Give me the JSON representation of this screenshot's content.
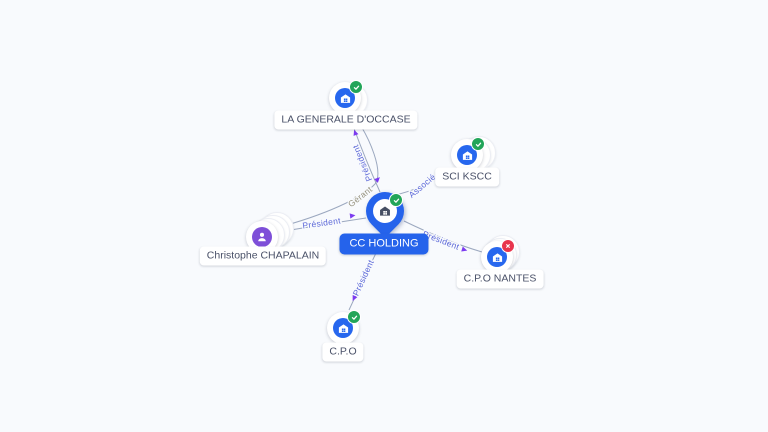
{
  "background": "#f8fafd",
  "colors": {
    "company_node": "#2767ee",
    "person_node": "#7e4fd8",
    "active_badge": "#22a559",
    "closed_badge": "#e8354d",
    "central_pill": "#2563eb",
    "edge_line": "#8b99b4",
    "edge_label_blue": "#5b67d8",
    "edge_label_tan": "#95917c",
    "edge_arrow": "#7c3bf0"
  },
  "graph": {
    "central_node": "CC HOLDING",
    "nodes": [
      {
        "id": "la-generale-doccase",
        "label": "LA GENERALE D'OCCASE",
        "type": "company",
        "status": "active"
      },
      {
        "id": "sci-kscc",
        "label": "SCI KSCC",
        "type": "company",
        "status": "active"
      },
      {
        "id": "cc-holding",
        "label": "CC HOLDING",
        "type": "company",
        "status": "active",
        "central": true
      },
      {
        "id": "christophe-chapalain",
        "label": "Christophe CHAPALAIN",
        "type": "person"
      },
      {
        "id": "cpo-nantes",
        "label": "C.P.O NANTES",
        "type": "company",
        "status": "closed"
      },
      {
        "id": "cpo",
        "label": "C.P.O",
        "type": "company",
        "status": "active"
      }
    ],
    "edges": [
      {
        "from": "christophe-chapalain",
        "to": "cc-holding",
        "label": "Président"
      },
      {
        "from": "christophe-chapalain",
        "to": "la-generale-doccase",
        "label": "Gérant"
      },
      {
        "from": "cc-holding",
        "to": "la-generale-doccase",
        "label": "Président"
      },
      {
        "from": "cc-holding",
        "to": "sci-kscc",
        "label": "Associé"
      },
      {
        "from": "cc-holding",
        "to": "cpo-nantes",
        "label": "Président"
      },
      {
        "from": "cc-holding",
        "to": "cpo",
        "label": "Président"
      }
    ]
  }
}
